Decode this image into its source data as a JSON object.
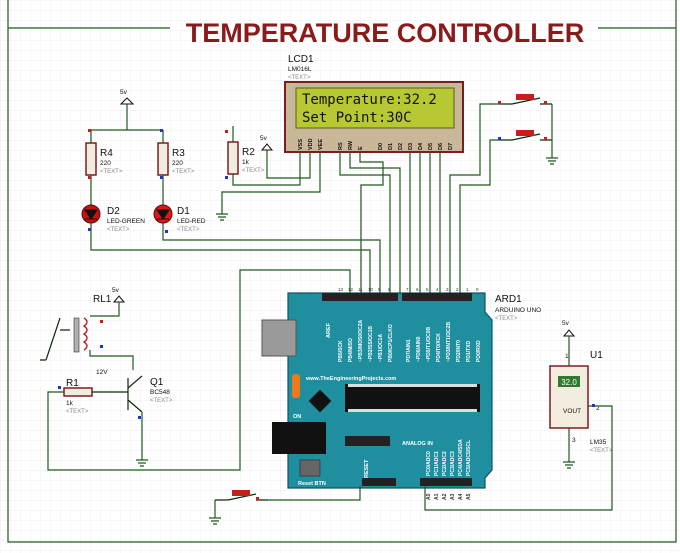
{
  "title": "TEMPERATURE CONTROLLER",
  "placeholder_text": "<TEXT>",
  "colors": {
    "title": "#8b1a1a",
    "grid": "#e6e6e6",
    "wire": "#1d5a1d",
    "board": "#1f8fa0",
    "lcd_screen": "#b8c832",
    "lcd_frame": "#c9b79a",
    "pin_red": "#cc1b1b",
    "pin_blue": "#1b34cc"
  },
  "lcd": {
    "ref": "LCD1",
    "part": "LM016L",
    "line1": "Temperature:32.2",
    "line2": "Set Point:30C",
    "pins": [
      "VSS",
      "VDD",
      "VEE",
      "RS",
      "RW",
      "E",
      "D0",
      "D1",
      "D2",
      "D3",
      "D4",
      "D5",
      "D6",
      "D7"
    ]
  },
  "components": {
    "r4": {
      "ref": "R4",
      "value": "220"
    },
    "r3": {
      "ref": "R3",
      "value": "220"
    },
    "r2": {
      "ref": "R2",
      "value": "1k"
    },
    "r1": {
      "ref": "R1",
      "value": "1k"
    },
    "d2": {
      "ref": "D2",
      "value": "LED-GREEN"
    },
    "d1": {
      "ref": "D1",
      "value": "LED-RED"
    },
    "rl1": {
      "ref": "RL1",
      "value": "12V"
    },
    "q1": {
      "ref": "Q1",
      "value": "BC548"
    },
    "u1": {
      "ref": "U1",
      "value": "LM35",
      "reading": "32.0",
      "out_pin": "VOUT",
      "pin1": "1",
      "pin2": "2",
      "pin3": "3"
    },
    "ard1": {
      "ref": "ARD1",
      "value": "ARDUINO UNO"
    }
  },
  "power_labels": {
    "v5": "5v"
  },
  "board": {
    "website": "www.TheEngineeringProjects.com",
    "on_label": "ON",
    "reset_label": "RESET",
    "reset_btn": "Reset BTN",
    "analog_in": "ANALOG IN",
    "aref": "AREF",
    "digital_top": [
      "PB5/SCK",
      "PB4/MISO",
      "~PB3/MOSI/OC2A",
      "~PB2/SS/OC1B",
      "~PB1/OC1A",
      "PB0/ICP1/CLKO",
      "PD7/AIN1",
      "~PD6/AIN0",
      "~PD5/T1/OC0B",
      "PD4/T0/XCK",
      "~PD3/INT1/OC2B",
      "PD2/INT0",
      "PD1/TXD",
      "PD0/RXD"
    ],
    "analog_pins": [
      "PC0/ADC0",
      "PC1/ADC1",
      "PC2/ADC2",
      "PC3/ADC3",
      "PC4/ADC4/SDA",
      "PC5/ADC5/SCL"
    ],
    "analog_nums": [
      "A0",
      "A1",
      "A2",
      "A3",
      "A4",
      "A5"
    ],
    "top_pin_nums": [
      "13",
      "12",
      "11",
      "10",
      "9",
      "8",
      "7",
      "6",
      "5",
      "4",
      "3",
      "2",
      "1",
      "0"
    ]
  }
}
